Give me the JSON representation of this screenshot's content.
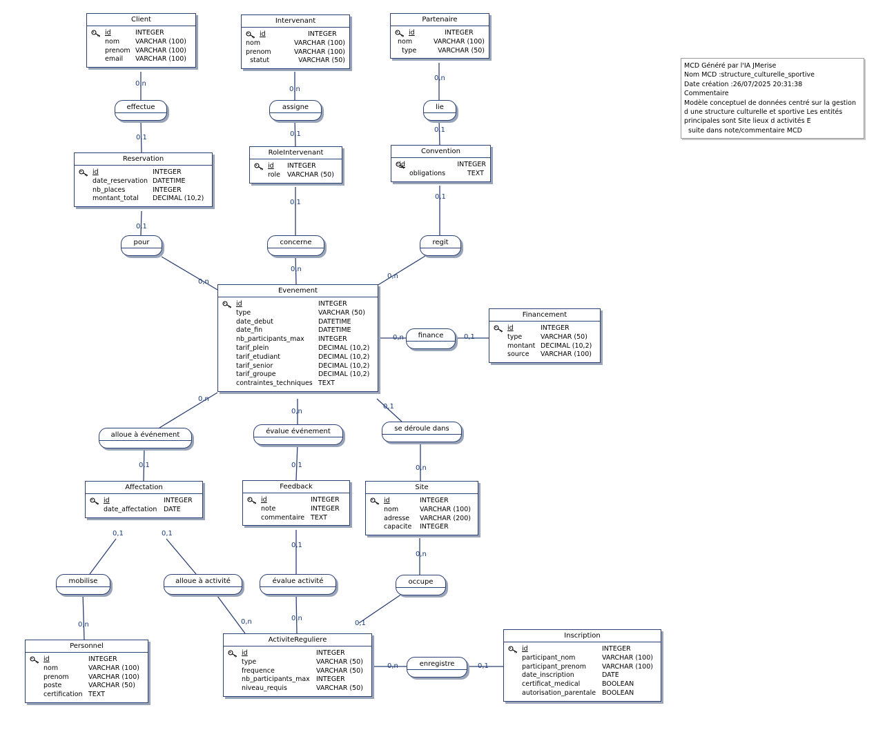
{
  "entities": [
    {
      "id": "Client",
      "title": "Client",
      "rows": [
        [
          "id",
          "INTEGER"
        ],
        [
          "nom",
          "VARCHAR (100)"
        ],
        [
          "prenom",
          "VARCHAR (100)"
        ],
        [
          "email",
          "VARCHAR (100)"
        ]
      ]
    },
    {
      "id": "Intervenant",
      "title": "Intervenant",
      "rows": [
        [
          "id",
          "INTEGER"
        ],
        [
          "nom",
          "VARCHAR (100)"
        ],
        [
          "prenom",
          "VARCHAR (100)"
        ],
        [
          "statut",
          "VARCHAR (50)"
        ]
      ]
    },
    {
      "id": "Partenaire",
      "title": "Partenaire",
      "rows": [
        [
          "id",
          "INTEGER"
        ],
        [
          "nom",
          "VARCHAR (100)"
        ],
        [
          "type",
          "VARCHAR (50)"
        ]
      ]
    },
    {
      "id": "Reservation",
      "title": "Reservation",
      "rows": [
        [
          "id",
          "INTEGER"
        ],
        [
          "date_reservation",
          "DATETIME"
        ],
        [
          "nb_places",
          "INTEGER"
        ],
        [
          "montant_total",
          "DECIMAL (10,2)"
        ]
      ]
    },
    {
      "id": "RoleIntervenant",
      "title": "RoleIntervenant",
      "rows": [
        [
          "id",
          "INTEGER"
        ],
        [
          "role",
          "VARCHAR (50)"
        ]
      ]
    },
    {
      "id": "Convention",
      "title": "Convention",
      "rows": [
        [
          "id",
          "INTEGER"
        ],
        [
          "obligations",
          "TEXT"
        ]
      ]
    },
    {
      "id": "Evenement",
      "title": "Evenement",
      "rows": [
        [
          "id",
          "INTEGER"
        ],
        [
          "type",
          "VARCHAR (50)"
        ],
        [
          "date_debut",
          "DATETIME"
        ],
        [
          "date_fin",
          "DATETIME"
        ],
        [
          "nb_participants_max",
          "INTEGER"
        ],
        [
          "tarif_plein",
          "DECIMAL (10,2)"
        ],
        [
          "tarif_etudiant",
          "DECIMAL (10,2)"
        ],
        [
          "tarif_senior",
          "DECIMAL (10,2)"
        ],
        [
          "tarif_groupe",
          "DECIMAL (10,2)"
        ],
        [
          "contraintes_techniques",
          "TEXT"
        ]
      ]
    },
    {
      "id": "Financement",
      "title": "Financement",
      "rows": [
        [
          "id",
          "INTEGER"
        ],
        [
          "type",
          "VARCHAR (50)"
        ],
        [
          "montant",
          "DECIMAL (10,2)"
        ],
        [
          "source",
          "VARCHAR (100)"
        ]
      ]
    },
    {
      "id": "Affectation",
      "title": "Affectation",
      "rows": [
        [
          "id",
          "INTEGER"
        ],
        [
          "date_affectation",
          "DATE"
        ]
      ]
    },
    {
      "id": "Feedback",
      "title": "Feedback",
      "rows": [
        [
          "id",
          "INTEGER"
        ],
        [
          "note",
          "INTEGER"
        ],
        [
          "commentaire",
          "TEXT"
        ]
      ]
    },
    {
      "id": "Site",
      "title": "Site",
      "rows": [
        [
          "id",
          "INTEGER"
        ],
        [
          "nom",
          "VARCHAR (100)"
        ],
        [
          "adresse",
          "VARCHAR (200)"
        ],
        [
          "capacite",
          "INTEGER"
        ]
      ]
    },
    {
      "id": "Personnel",
      "title": "Personnel",
      "rows": [
        [
          "id",
          "INTEGER"
        ],
        [
          "nom",
          "VARCHAR (100)"
        ],
        [
          "prenom",
          "VARCHAR (100)"
        ],
        [
          "poste",
          "VARCHAR (50)"
        ],
        [
          "certification",
          "TEXT"
        ]
      ]
    },
    {
      "id": "ActiviteReguliere",
      "title": "ActiviteReguliere",
      "rows": [
        [
          "id",
          "INTEGER"
        ],
        [
          "type",
          "VARCHAR (50)"
        ],
        [
          "frequence",
          "VARCHAR (50)"
        ],
        [
          "nb_participants_max",
          "INTEGER"
        ],
        [
          "niveau_requis",
          "VARCHAR (50)"
        ]
      ]
    },
    {
      "id": "Inscription",
      "title": "Inscription",
      "rows": [
        [
          "id",
          "INTEGER"
        ],
        [
          "participant_nom",
          "VARCHAR (100)"
        ],
        [
          "participant_prenom",
          "VARCHAR (100)"
        ],
        [
          "date_inscription",
          "DATE"
        ],
        [
          "certificat_medical",
          "BOOLEAN"
        ],
        [
          "autorisation_parentale",
          "BOOLEAN"
        ]
      ]
    }
  ],
  "relations": [
    {
      "id": "effectue",
      "label": "effectue"
    },
    {
      "id": "assigne",
      "label": "assigne"
    },
    {
      "id": "lie",
      "label": "lie"
    },
    {
      "id": "pour",
      "label": "pour"
    },
    {
      "id": "concerne",
      "label": "concerne"
    },
    {
      "id": "regit",
      "label": "regit"
    },
    {
      "id": "finance",
      "label": "finance"
    },
    {
      "id": "alloue_evt",
      "label": "alloue à événement"
    },
    {
      "id": "evalue_evt",
      "label": "évalue événement"
    },
    {
      "id": "deroule",
      "label": "se déroule dans"
    },
    {
      "id": "mobilise",
      "label": "mobilise"
    },
    {
      "id": "alloue_act",
      "label": "alloue à activité"
    },
    {
      "id": "evalue_act",
      "label": "évalue activité"
    },
    {
      "id": "occupe",
      "label": "occupe"
    },
    {
      "id": "enregistre",
      "label": "enregistre"
    }
  ],
  "links": [
    {
      "entity": "Client",
      "relation": "effectue",
      "card": "0,n"
    },
    {
      "entity": "Reservation",
      "relation": "effectue",
      "card": "0,1"
    },
    {
      "entity": "Intervenant",
      "relation": "assigne",
      "card": "0,n"
    },
    {
      "entity": "RoleIntervenant",
      "relation": "assigne",
      "card": "0,1"
    },
    {
      "entity": "Partenaire",
      "relation": "lie",
      "card": "0,n"
    },
    {
      "entity": "Convention",
      "relation": "lie",
      "card": "0,1"
    },
    {
      "entity": "Reservation",
      "relation": "pour",
      "card": "0,1"
    },
    {
      "entity": "Evenement",
      "relation": "pour",
      "card": "0,n"
    },
    {
      "entity": "RoleIntervenant",
      "relation": "concerne",
      "card": "0,1"
    },
    {
      "entity": "Evenement",
      "relation": "concerne",
      "card": "0,n"
    },
    {
      "entity": "Convention",
      "relation": "regit",
      "card": "0,1"
    },
    {
      "entity": "Evenement",
      "relation": "regit",
      "card": "0,n"
    },
    {
      "entity": "Evenement",
      "relation": "finance",
      "card": "0,n"
    },
    {
      "entity": "Financement",
      "relation": "finance",
      "card": "0,1"
    },
    {
      "entity": "Evenement",
      "relation": "alloue_evt",
      "card": "0,n"
    },
    {
      "entity": "Affectation",
      "relation": "alloue_evt",
      "card": "0,1"
    },
    {
      "entity": "Evenement",
      "relation": "evalue_evt",
      "card": "0,n"
    },
    {
      "entity": "Feedback",
      "relation": "evalue_evt",
      "card": "0,1"
    },
    {
      "entity": "Evenement",
      "relation": "deroule",
      "card": "0,1"
    },
    {
      "entity": "Site",
      "relation": "deroule",
      "card": "0,n"
    },
    {
      "entity": "Affectation",
      "relation": "mobilise",
      "card": "0,1"
    },
    {
      "entity": "Personnel",
      "relation": "mobilise",
      "card": "0,n"
    },
    {
      "entity": "Affectation",
      "relation": "alloue_act",
      "card": "0,1"
    },
    {
      "entity": "ActiviteReguliere",
      "relation": "alloue_act",
      "card": "0,n"
    },
    {
      "entity": "Feedback",
      "relation": "evalue_act",
      "card": "0,1"
    },
    {
      "entity": "ActiviteReguliere",
      "relation": "evalue_act",
      "card": "0,n"
    },
    {
      "entity": "Site",
      "relation": "occupe",
      "card": "0,n"
    },
    {
      "entity": "ActiviteReguliere",
      "relation": "occupe",
      "card": "0,1"
    },
    {
      "entity": "ActiviteReguliere",
      "relation": "enregistre",
      "card": "0,n"
    },
    {
      "entity": "Inscription",
      "relation": "enregistre",
      "card": "0,1"
    }
  ],
  "note": {
    "lines": [
      "MCD Généré par l'IA JMerise",
      "Nom MCD :structure_culturelle_sportive",
      "Date création :26/07/2025 20:31:38",
      "Commentaire",
      "Modèle conceptuel de données centré sur la gestion",
      "d une structure culturelle et sportive Les entités",
      "principales sont Site lieux d activités E",
      "  suite dans note/commentaire MCD"
    ]
  },
  "colors": {
    "line": "#2a3f73",
    "shadow": "#9aa4b8",
    "card_text": "#1b3a7a"
  }
}
